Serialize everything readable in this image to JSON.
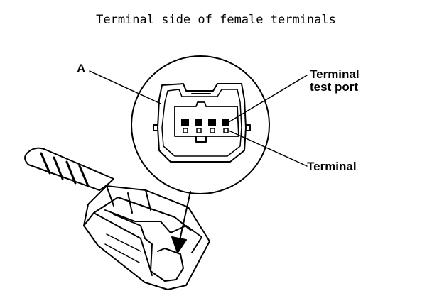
{
  "title": "Terminal side of female terminals",
  "labels": {
    "a": "A",
    "port_line1": "Terminal",
    "port_line2": "test port",
    "terminal": "Terminal"
  },
  "colors": {
    "ink": "#000000",
    "paper": "#ffffff"
  }
}
